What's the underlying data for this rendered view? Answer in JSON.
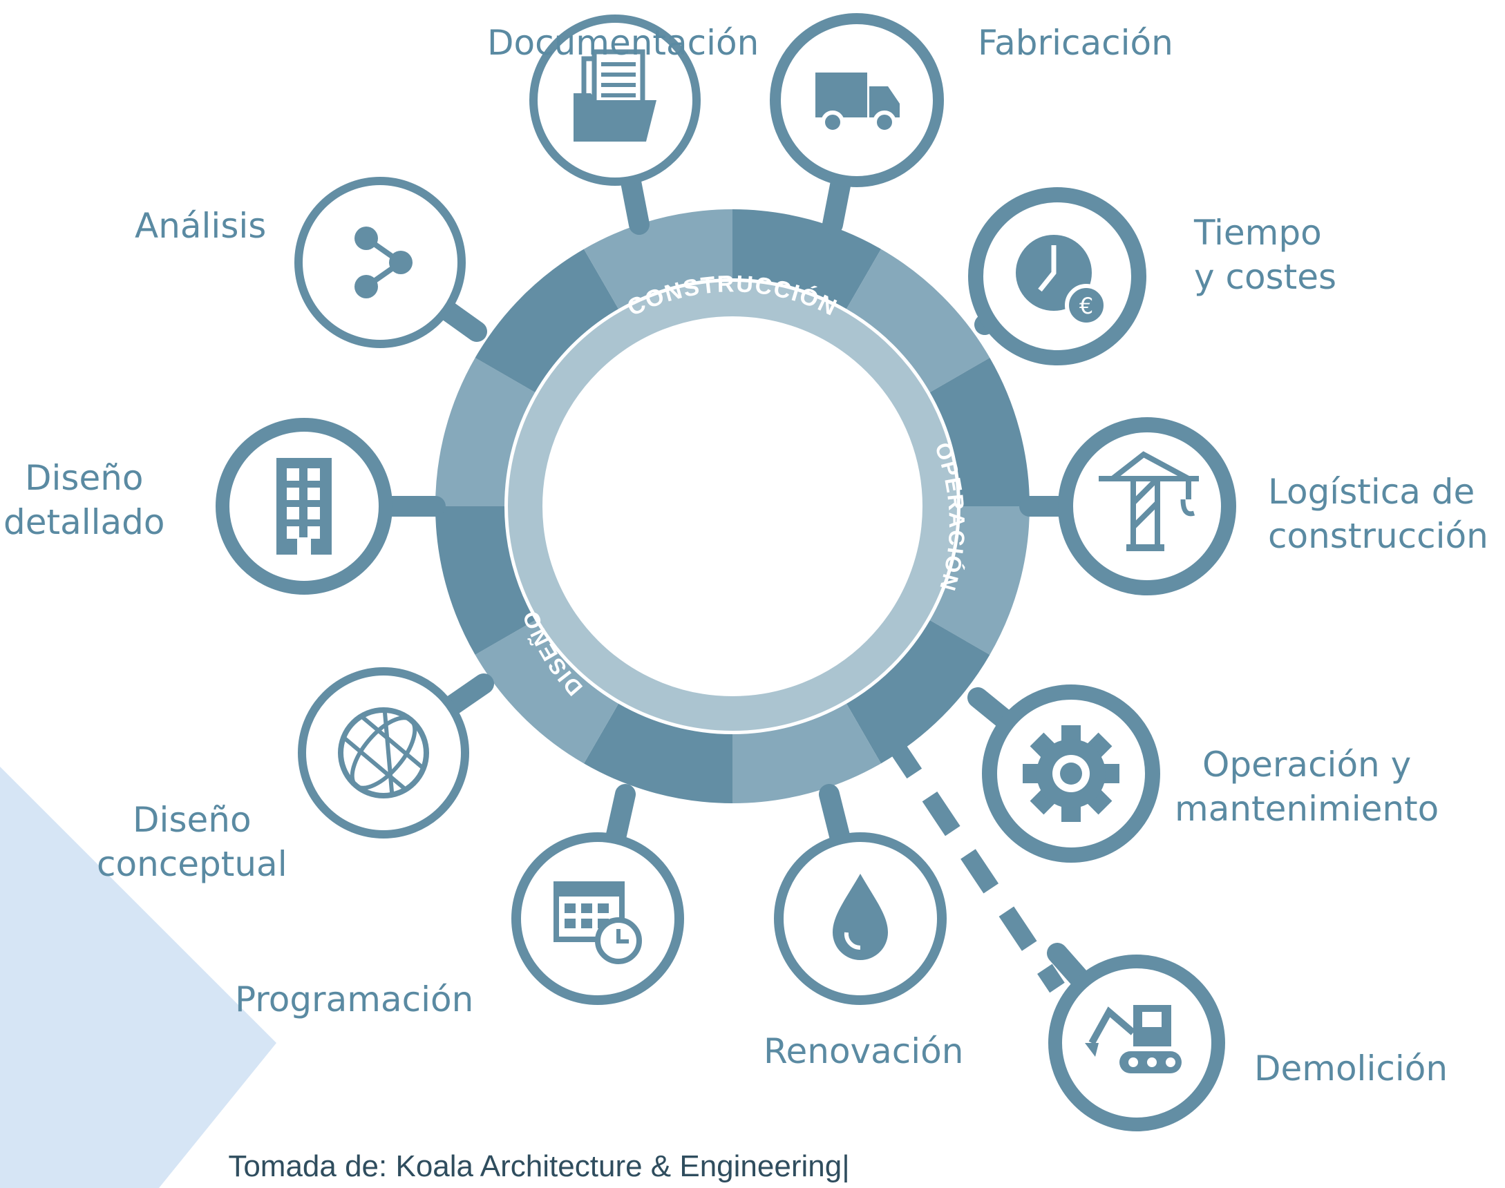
{
  "ring_labels": {
    "construccion": "CONSTRUCCIÓN",
    "operacion": "OPERACIÓN",
    "diseno": "DISEÑO"
  },
  "nodes": [
    {
      "id": "documentacion",
      "label": [
        "Documentación"
      ],
      "icon": "folder-documents-icon"
    },
    {
      "id": "fabricacion",
      "label": [
        "Fabricación"
      ],
      "icon": "truck-icon"
    },
    {
      "id": "tiempo",
      "label": [
        "Tiempo",
        "y costes"
      ],
      "icon": "clock-cost-icon"
    },
    {
      "id": "logistica",
      "label": [
        "Logística de",
        "construcción"
      ],
      "icon": "crane-icon"
    },
    {
      "id": "operacion",
      "label": [
        "Operación y",
        "mantenimiento"
      ],
      "icon": "gear-icon"
    },
    {
      "id": "renovacion",
      "label": [
        "Renovación"
      ],
      "icon": "drop-icon"
    },
    {
      "id": "programacion",
      "label": [
        "Programación"
      ],
      "icon": "calendar-clock-icon"
    },
    {
      "id": "conceptual",
      "label": [
        "Diseño",
        "conceptual"
      ],
      "icon": "globe-icon"
    },
    {
      "id": "detallado",
      "label": [
        "Diseño",
        "detallado"
      ],
      "icon": "building-icon"
    },
    {
      "id": "analisis",
      "label": [
        "Análisis"
      ],
      "icon": "share-icon"
    },
    {
      "id": "demolicion",
      "label": [
        "Demolición"
      ],
      "icon": "excavator-icon"
    }
  ],
  "caption": "Tomada de: Koala Architecture & Engineering|",
  "colors": {
    "dark": "#638ea4",
    "mid": "#86a9bb",
    "light": "#abc4d0",
    "bg_triangle": "#d6e5f5",
    "text": "#5a8aa2"
  }
}
